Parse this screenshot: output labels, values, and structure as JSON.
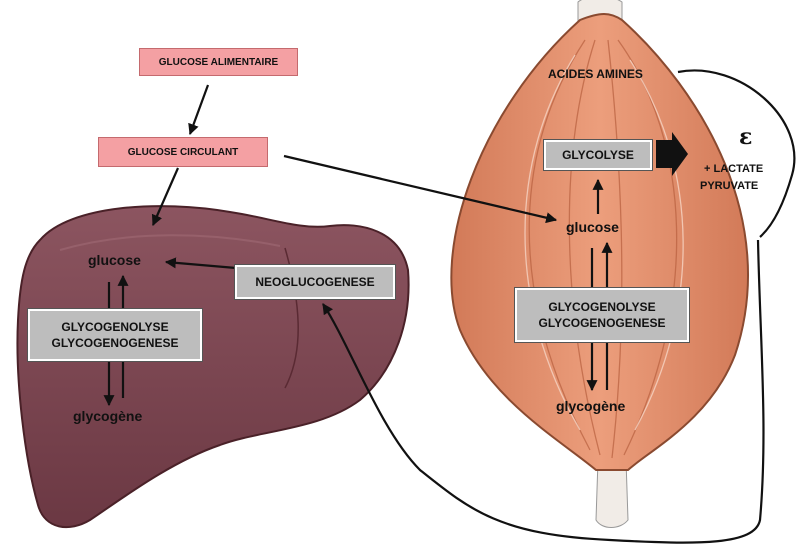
{
  "labels": {
    "glucose_alimentaire": "GLUCOSE ALIMENTAIRE",
    "glucose_circulant": "GLUCOSE CIRCULANT",
    "neoglucogenese": "NEOGLUCOGENESE",
    "acides_amines": "ACIDES AMINES",
    "glycolyse": "GLYCOLYSE",
    "epsilon": "ε",
    "lactate": "+ LACTATE",
    "pyruvate": "PYRUVATE",
    "liver_glucose": "glucose",
    "liver_glycogene": "glycogène",
    "liver_process_1": "GLYCOGENOLYSE",
    "liver_process_2": "GLYCOGENOGENESE",
    "muscle_glucose": "glucose",
    "muscle_glycogene": "glycogène",
    "muscle_process_1": "GLYCOGENOLYSE",
    "muscle_process_2": "GLYCOGENOGENESE"
  },
  "colors": {
    "liver": "#7e4550",
    "muscle": "#e28f6c",
    "tendon": "#f1ece7",
    "pink_box": "#f4a0a3",
    "grey_box": "#bdbdbd"
  }
}
